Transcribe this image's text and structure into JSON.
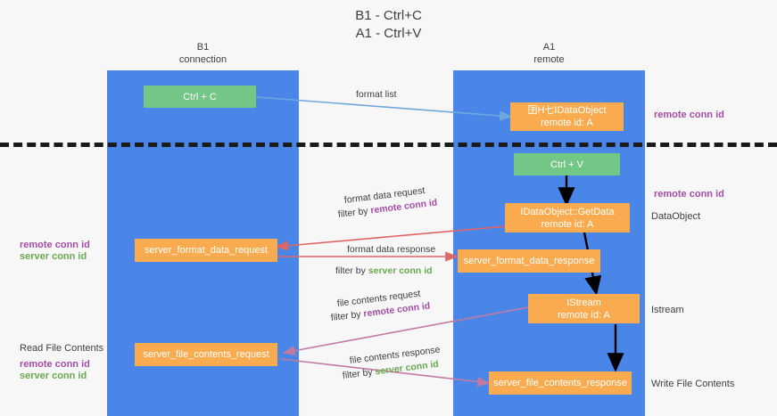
{
  "title": "B1 - Ctrl+C\nA1 - Ctrl+V",
  "columns": {
    "left": "B1\nconnection",
    "right": "A1\nremote"
  },
  "colors": {
    "lane": "#4a86e8",
    "green_node": "#72c787",
    "orange_node": "#fbab4f",
    "purple_text": "#a64ca6",
    "green_text": "#6aa84f",
    "divider": "#1a1a1a",
    "arrow_format_list": "#6fa8dc",
    "arrow_format_data": "#e06666",
    "arrow_file_contents": "#c27ba0",
    "arrow_black": "#000000",
    "background": "#f7f7f7"
  },
  "nodes": {
    "ctrl_c": "Ctrl + C",
    "idataobject": "囝Η七IDataObject\nremote id: A",
    "ctrl_v": "Ctrl + V",
    "getdata": "IDataObject::GetData\nremote id: A",
    "server_format_data_request": "server_format_data_request",
    "server_format_data_response": "server_format_data_response",
    "istream": "IStream\nremote id: A",
    "server_file_contents_request": "server_file_contents_request",
    "server_file_contents_response": "server_file_contents_response"
  },
  "edge_labels": {
    "format_list": "format list",
    "format_data_request": "format data request",
    "format_data_request_filter_prefix": "filter by ",
    "format_data_request_filter_key": "remote conn id",
    "format_data_response": "format data response",
    "format_data_response_filter_prefix": "filter by ",
    "format_data_response_filter_key": "server conn id",
    "file_contents_request": "file contents request",
    "file_contents_request_filter_prefix": "filter by ",
    "file_contents_request_filter_key": "remote conn id",
    "file_contents_response": "file contents response",
    "file_contents_response_filter_prefix": "filter by ",
    "file_contents_response_filter_key": "server conn id"
  },
  "annotations": {
    "right_remote_conn_id_top": "remote conn id",
    "right_remote_conn_id_mid": "remote conn id",
    "right_dataobject": "DataObject",
    "right_istream": "Istream",
    "right_write_file_contents": "Write File Contents",
    "left_remote_conn_id": "remote conn id",
    "left_server_conn_id": "server conn id",
    "left_read_file_contents": "Read File Contents",
    "left_bottom_remote_conn_id": "remote conn id",
    "left_bottom_server_conn_id": "server conn id"
  }
}
